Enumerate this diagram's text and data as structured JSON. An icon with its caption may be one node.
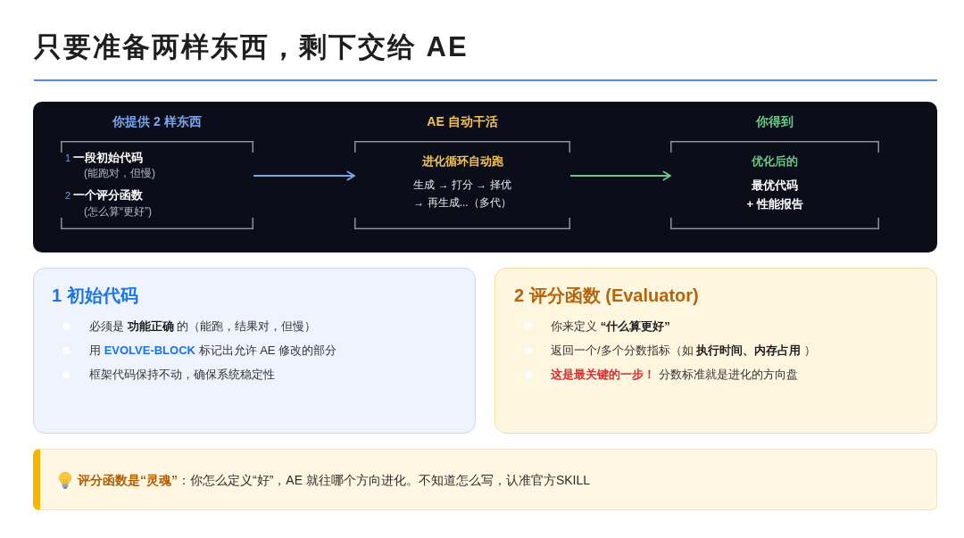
{
  "diagram": {
    "title": "只要准备两样东西，剩下交给 AE",
    "nodes": [
      {
        "text": [],
        "shape": "box"
      },
      {
        "text": [
          "你提供 2 样东西",
          "1",
          "一段初始代码",
          "(能跑对，但慢)",
          "2",
          "一个评分函数",
          "(怎么算“更好”)"
        ],
        "in": 0
      },
      {
        "text": [
          "AE 自动干活",
          "进化循环自动跑",
          "生成 → 打分 → 择优 → 再生成...（多代）"
        ],
        "in": 0
      },
      {
        "text": [
          "你得到",
          "优化后的",
          "最优代码",
          "+ 性能报告"
        ],
        "in": 0
      },
      {
        "text": [
          "1 初始代码",
          "必须是 **功能正确** 的（能跑，结果对，但慢）",
          "用 **EVOLVE-BLOCK** 标记出允许 AE 修改的部分",
          "框架代码保持不动，确保系统稳定性"
        ]
      },
      {
        "text": [
          "2 评分函数 (Evaluator)",
          "你来定义 **“什么算更好”**",
          "返回一个/多个分数指标（如 **执行时间、内存占用** ）",
          "**这是最关键的一步！** 分数标准就是进化的方向盘"
        ]
      },
      {
        "text": [
          "**评分函数是“灵魂”**：你怎么定义“好”，AE 就往哪个方向进化。不知道怎么写，认准官方SKILL"
        ]
      }
    ],
    "edges": [
      {
        "from": 1,
        "to": 2,
        "arrow": "to",
        "color": "#7aa7ec"
      },
      {
        "from": 2,
        "to": 3,
        "arrow": "to",
        "color": "#6fc48c"
      }
    ]
  }
}
